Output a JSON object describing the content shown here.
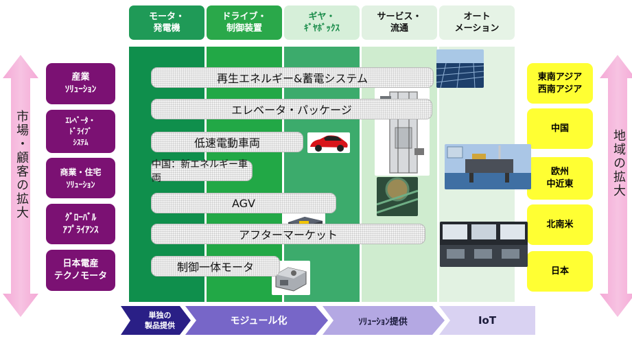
{
  "columns": [
    {
      "label": "モータ・\n発電機",
      "bg": "#1f9a57"
    },
    {
      "label": "ドライブ・\n制御装置",
      "bg": "#2aa84a"
    },
    {
      "label": "ギヤ・\nｷﾞﾔﾎﾞｯｸｽ",
      "bg": "#d9f0dd"
    },
    {
      "label": "サービス・\n流通",
      "bg": "#e3f2e4"
    },
    {
      "label": "オート\nメーション",
      "bg": "#eaf5ea"
    }
  ],
  "left_axis_label": "市場・顧客の拡大",
  "right_axis_label": "地域の拡大",
  "segments": [
    "産業\nｿﾘｭｰｼｮﾝ",
    "ｴﾚﾍﾞｰﾀ・\nﾄﾞﾗｲﾌﾞ\nｼｽﾃﾑ",
    "商業・住宅\nｿﾘｭｰｼｮﾝ",
    "ｸﾞﾛｰﾊﾞﾙ\nｱﾌﾟﾗｲｱﾝｽ",
    "日本電産\nテクノモータ"
  ],
  "regions": [
    "東南アジア\n西南アジア",
    "中国",
    "欧州\n中近東",
    "北南米",
    "日本"
  ],
  "products": [
    "再生エネルギー&蓄電システム",
    "エレベータ・パッケージ",
    "低速電動車両",
    "中国：新エネルギー車両",
    "AGV",
    "アフターマーケット",
    "制御一体モータ"
  ],
  "stages": [
    "単独の\n製品提供",
    "モジュール化",
    "ｿﾘｭｰｼｮﾝ提供",
    "IoT"
  ]
}
